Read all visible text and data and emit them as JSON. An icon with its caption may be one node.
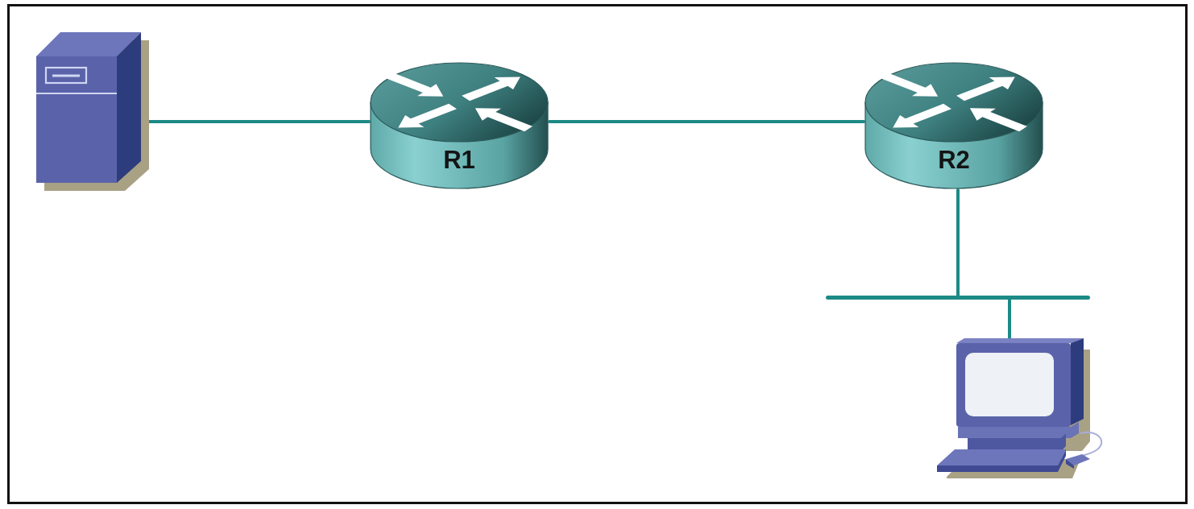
{
  "diagram": {
    "nodes": [
      {
        "text": [],
        "shape": "picture"
      },
      {
        "text": [
          "R1"
        ]
      },
      {
        "text": [
          "R2"
        ]
      },
      {
        "text": [],
        "shape": "bar"
      },
      {
        "text": [],
        "shape": "picture"
      }
    ],
    "edges": [
      {
        "from": 0,
        "to": 1,
        "arrow": "none"
      },
      {
        "from": 1,
        "to": 2,
        "arrow": "none"
      },
      {
        "from": 2,
        "to": 3,
        "arrow": "none"
      },
      {
        "from": 3,
        "to": 4,
        "arrow": "none"
      }
    ]
  }
}
